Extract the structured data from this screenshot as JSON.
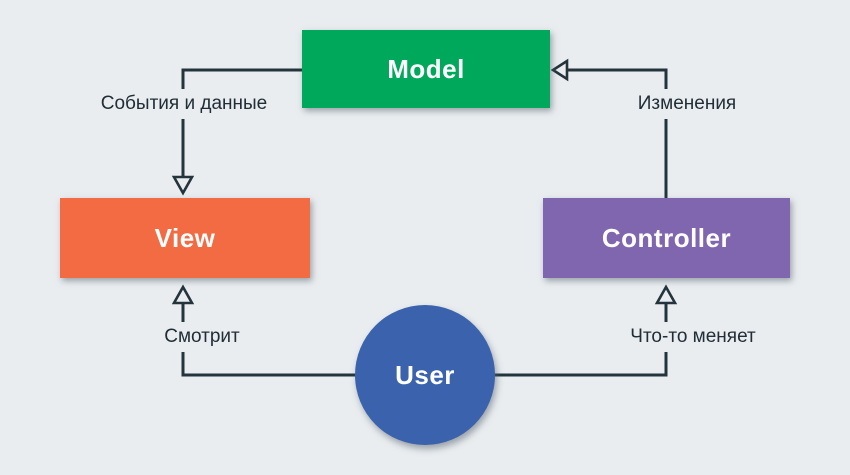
{
  "diagram": {
    "nodes": {
      "model": {
        "label": "Model",
        "color": "#00a85b"
      },
      "view": {
        "label": "View",
        "color": "#f26b42"
      },
      "controller": {
        "label": "Controller",
        "color": "#8066af"
      },
      "user": {
        "label": "User",
        "color": "#3b62ad"
      }
    },
    "edges": [
      {
        "from": "model",
        "to": "view",
        "label": "События и данные"
      },
      {
        "from": "controller",
        "to": "model",
        "label": "Изменения"
      },
      {
        "from": "user",
        "to": "view",
        "label": "Смотрит"
      },
      {
        "from": "user",
        "to": "controller",
        "label": "Что-то меняет"
      }
    ],
    "colors": {
      "background": "#e9edf0",
      "connector_line": "#23343c",
      "edge_label_text": "#212e37",
      "node_text": "#ffffff"
    }
  }
}
